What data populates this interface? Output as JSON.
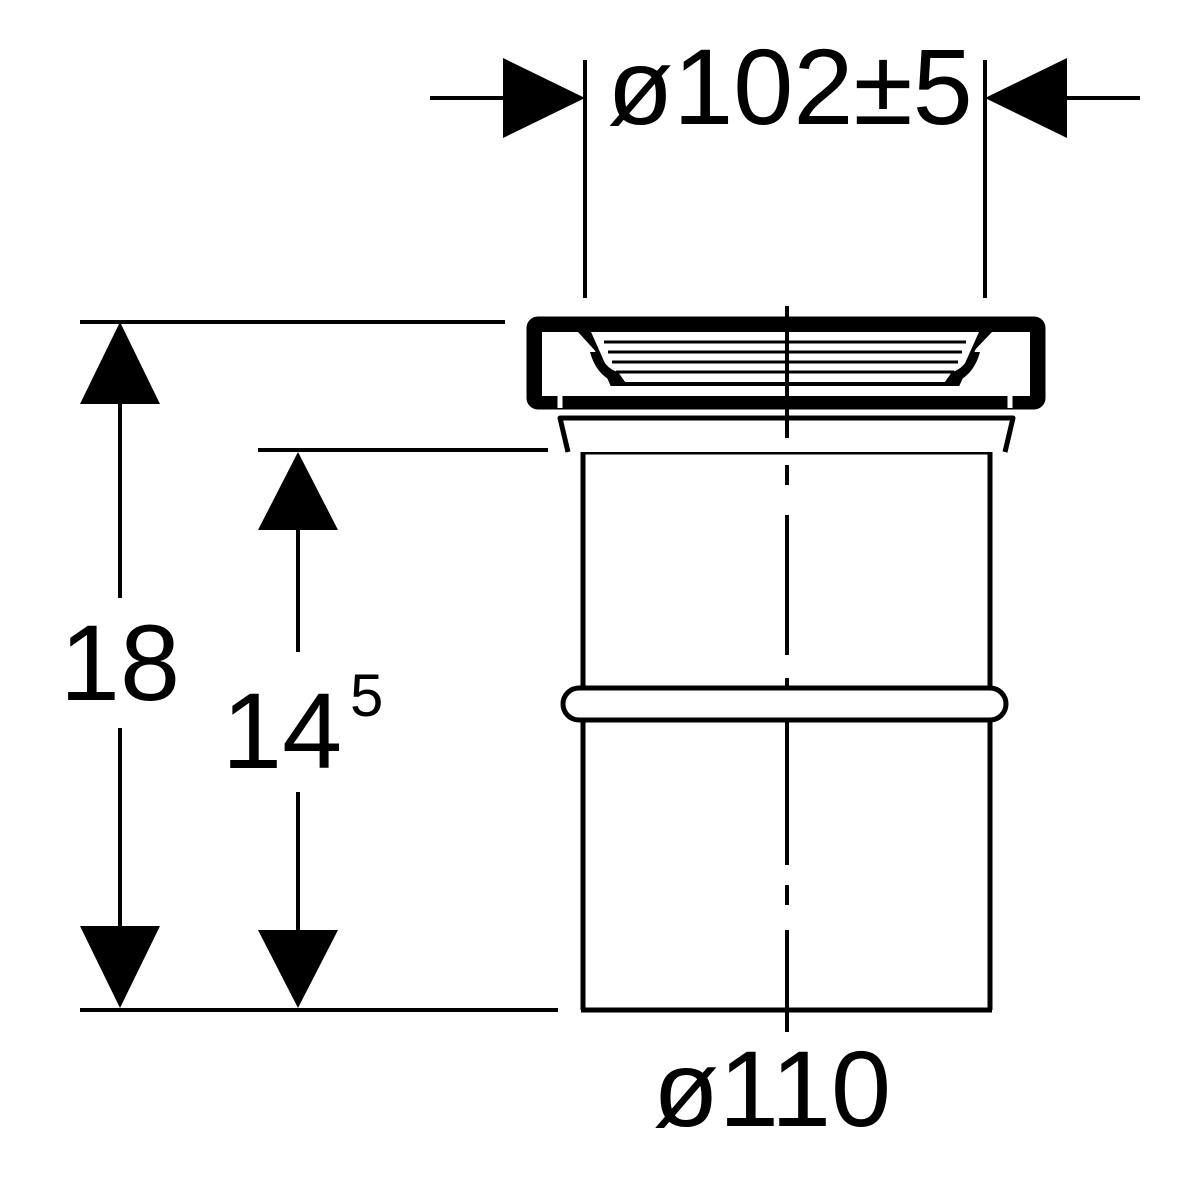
{
  "drawing": {
    "top_diameter": {
      "label": "ø102±5"
    },
    "bottom_diameter": {
      "label": "ø110"
    },
    "total_height": {
      "label": "18"
    },
    "insertion_height": {
      "base": "14",
      "superscript": "5"
    }
  },
  "colors": {
    "line": "#000000",
    "background": "#ffffff"
  }
}
